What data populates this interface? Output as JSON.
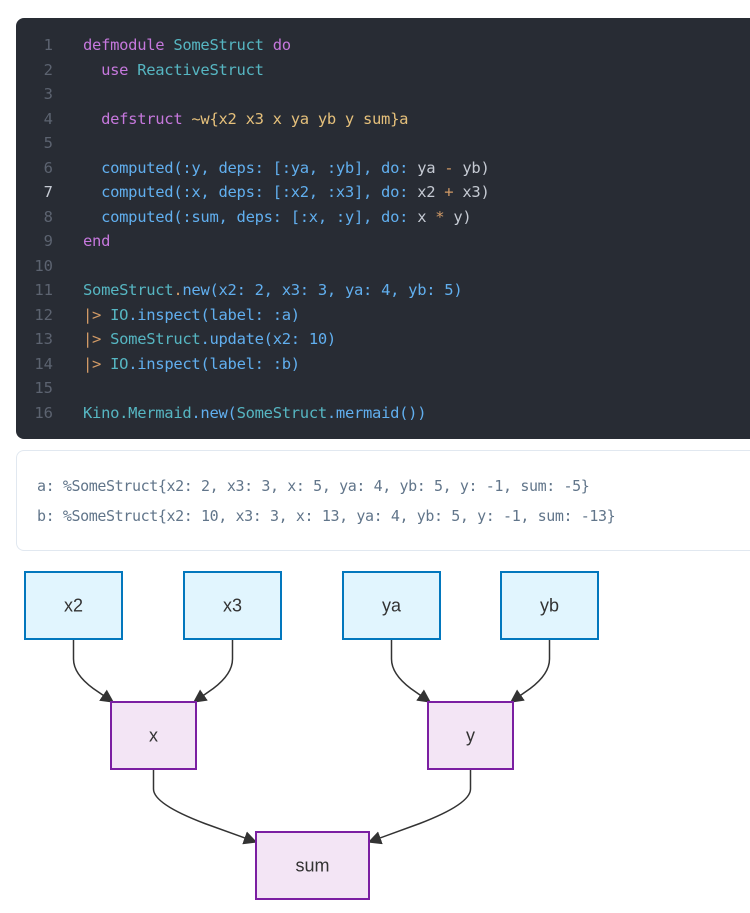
{
  "editor": {
    "active_line": 7,
    "lines": [
      {
        "n": "1",
        "tokens": [
          {
            "t": "defmodule ",
            "c": "kw"
          },
          {
            "t": "SomeStruct",
            "c": "mod"
          },
          {
            "t": " do",
            "c": "kw"
          }
        ]
      },
      {
        "n": "2",
        "tokens": [
          {
            "t": "  use ",
            "c": "kw"
          },
          {
            "t": "ReactiveStruct",
            "c": "mod"
          }
        ]
      },
      {
        "n": "3",
        "tokens": []
      },
      {
        "n": "4",
        "tokens": [
          {
            "t": "  defstruct ",
            "c": "kw"
          },
          {
            "t": "~w{x2 x3 x ya yb y sum}a",
            "c": "str"
          }
        ]
      },
      {
        "n": "5",
        "tokens": []
      },
      {
        "n": "6",
        "tokens": [
          {
            "t": "  computed(:y, deps: [:ya, :yb], do: ",
            "c": "fn"
          },
          {
            "t": "ya ",
            "c": "plain"
          },
          {
            "t": "-",
            "c": "op"
          },
          {
            "t": " yb)",
            "c": "plain"
          }
        ]
      },
      {
        "n": "7",
        "tokens": [
          {
            "t": "  computed(:x, deps: [:x2, :x3], do: ",
            "c": "fn"
          },
          {
            "t": "x2 ",
            "c": "plain"
          },
          {
            "t": "+",
            "c": "op"
          },
          {
            "t": " x3)",
            "c": "plain"
          }
        ]
      },
      {
        "n": "8",
        "tokens": [
          {
            "t": "  computed(:sum, deps: [:x, :y], do: ",
            "c": "fn"
          },
          {
            "t": "x ",
            "c": "plain"
          },
          {
            "t": "*",
            "c": "op"
          },
          {
            "t": " y)",
            "c": "plain"
          }
        ]
      },
      {
        "n": "9",
        "tokens": [
          {
            "t": "end",
            "c": "kw"
          }
        ]
      },
      {
        "n": "10",
        "tokens": []
      },
      {
        "n": "11",
        "tokens": [
          {
            "t": "SomeStruct",
            "c": "mod"
          },
          {
            "t": ".",
            "c": "op"
          },
          {
            "t": "new(x2: 2, x3: 3, ya: 4, yb: 5)",
            "c": "fn"
          }
        ]
      },
      {
        "n": "12",
        "tokens": [
          {
            "t": "|>",
            "c": "op"
          },
          {
            "t": " IO",
            "c": "mod"
          },
          {
            "t": ".inspect(label: :a)",
            "c": "fn"
          }
        ]
      },
      {
        "n": "13",
        "tokens": [
          {
            "t": "|>",
            "c": "op"
          },
          {
            "t": " SomeStruct",
            "c": "mod"
          },
          {
            "t": ".update(x2: 10)",
            "c": "fn"
          }
        ]
      },
      {
        "n": "14",
        "tokens": [
          {
            "t": "|>",
            "c": "op"
          },
          {
            "t": " IO",
            "c": "mod"
          },
          {
            "t": ".inspect(label: :b)",
            "c": "fn"
          }
        ]
      },
      {
        "n": "15",
        "tokens": []
      },
      {
        "n": "16",
        "tokens": [
          {
            "t": "Kino.Mermaid",
            "c": "mod"
          },
          {
            "t": ".new(",
            "c": "fn"
          },
          {
            "t": "SomeStruct",
            "c": "mod"
          },
          {
            "t": ".mermaid())",
            "c": "fn"
          }
        ]
      }
    ]
  },
  "output": {
    "lines": [
      "a: %SomeStruct{x2: 2, x3: 3, x: 5, ya: 4, yb: 5, y: -1, sum: -5}",
      "b: %SomeStruct{x2: 10, x3: 3, x: 13, ya: 4, yb: 5, y: -1, sum: -13}"
    ]
  },
  "diagram": {
    "colors": {
      "input_fill": "#e1f5fe",
      "input_stroke": "#0277bd",
      "computed_fill": "#f3e5f5",
      "computed_stroke": "#7b1fa2",
      "edge": "#333333"
    },
    "nodes": [
      {
        "id": "x2",
        "label": "x2",
        "kind": "input"
      },
      {
        "id": "x3",
        "label": "x3",
        "kind": "input"
      },
      {
        "id": "ya",
        "label": "ya",
        "kind": "input"
      },
      {
        "id": "yb",
        "label": "yb",
        "kind": "input"
      },
      {
        "id": "x",
        "label": "x",
        "kind": "computed"
      },
      {
        "id": "y",
        "label": "y",
        "kind": "computed"
      },
      {
        "id": "sum",
        "label": "sum",
        "kind": "computed"
      }
    ],
    "edges": [
      {
        "from": "x2",
        "to": "x"
      },
      {
        "from": "x3",
        "to": "x"
      },
      {
        "from": "ya",
        "to": "y"
      },
      {
        "from": "yb",
        "to": "y"
      },
      {
        "from": "x",
        "to": "sum"
      },
      {
        "from": "y",
        "to": "sum"
      }
    ]
  }
}
